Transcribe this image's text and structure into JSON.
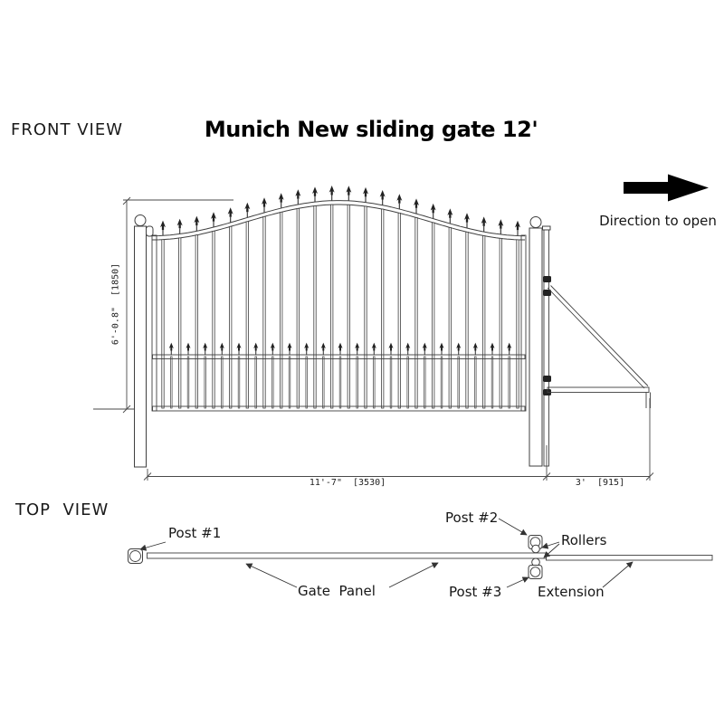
{
  "front_view": {
    "section_label": "FRONT VIEW",
    "title": "Munich New sliding gate 12'",
    "direction_label": "Direction to open",
    "dim_height": "6'-0.8\"  [1850]",
    "dim_width": "11'-7\"  [3530]",
    "dim_extension": "3'  [915]"
  },
  "top_view": {
    "section_label": "TOP  VIEW",
    "labels": {
      "post1": "Post #1",
      "post2": "Post #2",
      "post3": "Post #3",
      "rollers": "Rollers",
      "gate_panel": "Gate  Panel",
      "extension": "Extension"
    }
  },
  "colors": {
    "line": "#3f3f3f",
    "text": "#111111",
    "arrow_fill": "#000000"
  }
}
